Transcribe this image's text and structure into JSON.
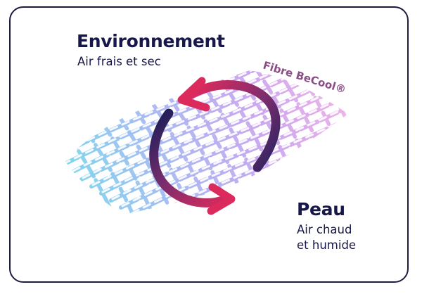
{
  "environment": {
    "title": "Environnement",
    "subtitle": "Air frais et sec"
  },
  "skin": {
    "title": "Peau",
    "subtitle_line1": "Air chaud",
    "subtitle_line2": "et humide"
  },
  "fibre_label": "Fibre BeCool®",
  "colors": {
    "text": "#17174a",
    "border": "#1c1c3f",
    "fibre_label": "#8a4d86",
    "mesh_gradient": [
      "#7fd7ee",
      "#a9b9f2",
      "#caa7ef",
      "#e9b0ea"
    ],
    "arrow_red": "#d62a5e",
    "arrow_dark": "#22205c"
  },
  "icons": {
    "fabric": "woven-fibre-mesh",
    "arrow_cycle": "circular-arrows"
  }
}
